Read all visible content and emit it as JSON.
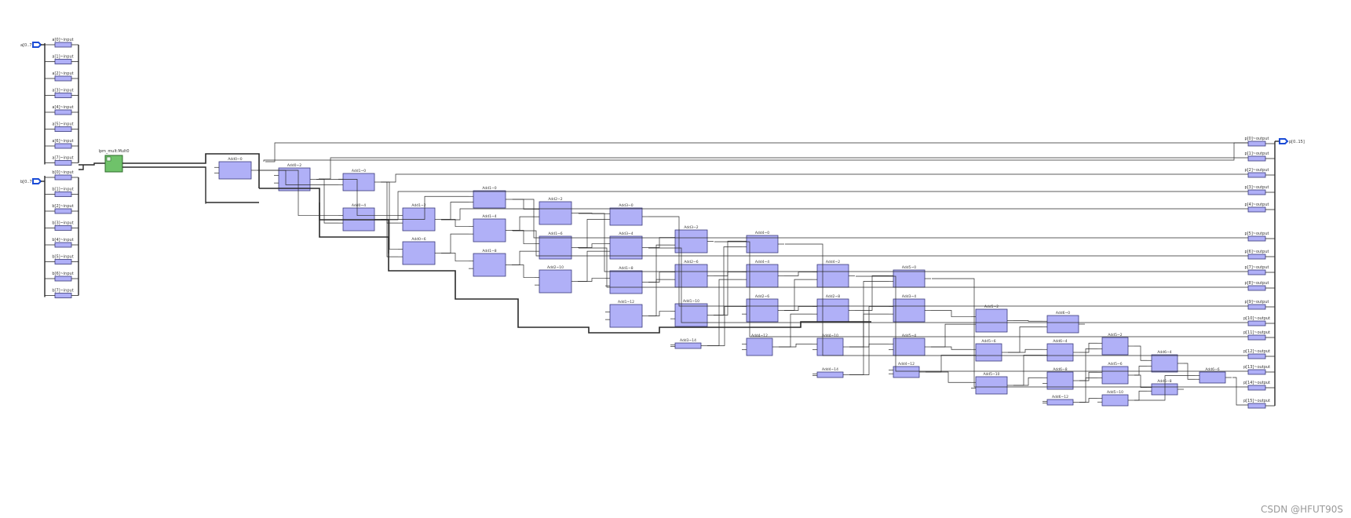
{
  "colors": {
    "block": "#b0b0f7",
    "block_stroke": "#3a3a7a",
    "wire": "#2a2a2a",
    "port": "#1a4bd6",
    "mult": "#6fc26a",
    "background": "#ffffff"
  },
  "ports": {
    "a_in": "a[0..7]",
    "b_in": "b[0..7]",
    "p_out": "p[0..15]"
  },
  "input_cells": {
    "a": [
      "a[0]~input",
      "a[1]~input",
      "a[2]~input",
      "a[3]~input",
      "a[4]~input",
      "a[5]~input",
      "a[6]~input",
      "a[7]~input"
    ],
    "b": [
      "b[0]~input",
      "b[1]~input",
      "b[2]~input",
      "b[3]~input",
      "b[4]~input",
      "b[5]~input",
      "b[6]~input",
      "b[7]~input"
    ]
  },
  "multiplier": {
    "label": "lpm_mult:Mult0",
    "icon": "multiplier-block-icon"
  },
  "adders": [
    "Add0~0",
    "Add0~2",
    "Add1~0",
    "Add0~4",
    "Add1~2",
    "Add0~6",
    "Add1~0",
    "Add1~4",
    "Add1~8",
    "Add2~2",
    "Add1~6",
    "Add2~10",
    "Add3~0",
    "Add3~4",
    "Add1~8",
    "Add1~12",
    "Add3~2",
    "Add2~6",
    "Add1~10",
    "Add3~14",
    "Add4~0",
    "Add4~4",
    "Add2~6",
    "Add4~12",
    "Add4~2",
    "Add2~8",
    "Add4~10",
    "Add4~14",
    "Add5~0",
    "Add3~4",
    "Add5~4",
    "Add4~12",
    "Add5~2",
    "Add5~6",
    "Add5~10",
    "Add6~0",
    "Add6~4",
    "Add6~8",
    "Add6~12",
    "Add5~2",
    "Add5~6",
    "Add5~10",
    "Add6~4",
    "Add6~8",
    "Add6~6"
  ],
  "output_cells": [
    "p[0]~output",
    "p[1]~output",
    "p[2]~output",
    "p[3]~output",
    "p[4]~output",
    "p[5]~output",
    "p[6]~output",
    "p[7]~output",
    "p[8]~output",
    "p[9]~output",
    "p[10]~output",
    "p[11]~output",
    "p[12]~output",
    "p[13]~output",
    "p[14]~output",
    "p[15]~output"
  ],
  "watermark": "CSDN @HFUT90S"
}
